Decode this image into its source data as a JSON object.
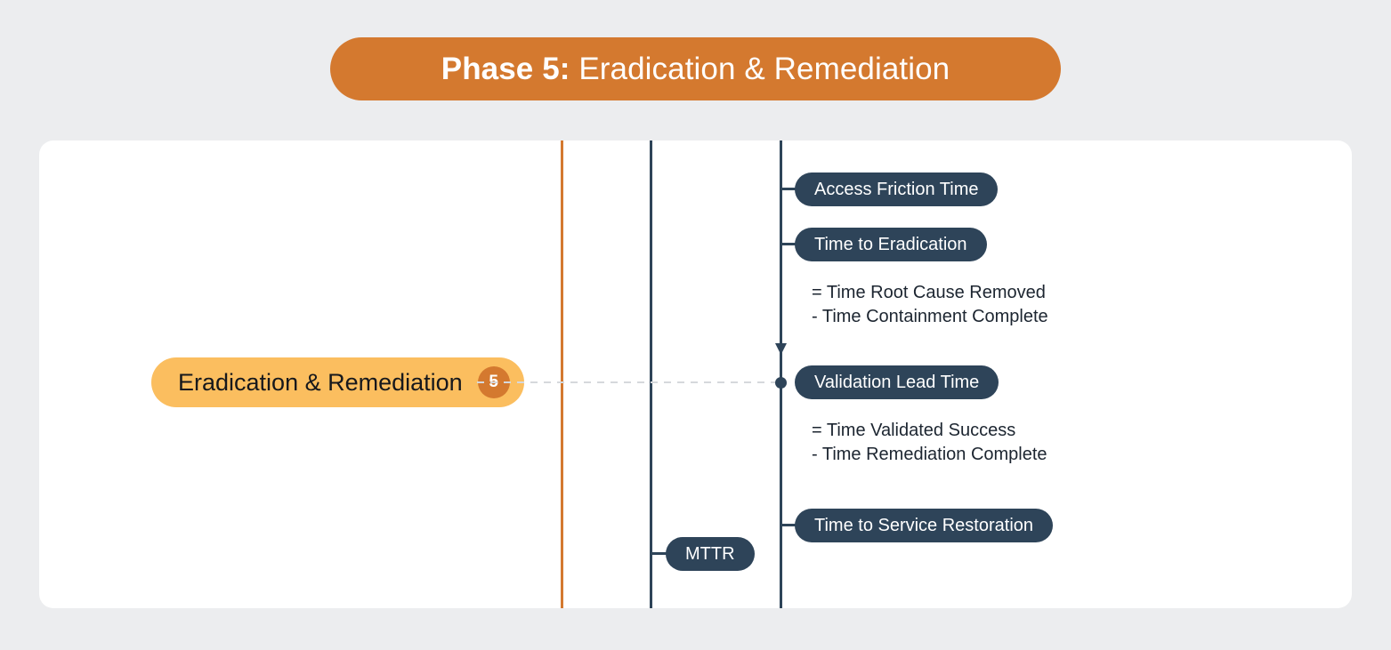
{
  "header": {
    "phase_label": "Phase 5:",
    "title": " Eradication & Remediation",
    "background_color": "#D4792F",
    "text_color": "#FFFFFF"
  },
  "colors": {
    "page_background": "#ECEDEF",
    "card_background": "#FFFFFF",
    "accent_orange": "#D4792F",
    "accent_amber": "#FBBE5F",
    "navy": "#2E4459",
    "dashed_line": "#D6D8DC"
  },
  "phase_node": {
    "label": "Eradication & Remediation",
    "badge_number": "5"
  },
  "rails": [
    {
      "name": "rail-orange",
      "color": "#D4792F"
    },
    {
      "name": "rail-navy-1",
      "color": "#2E4459"
    },
    {
      "name": "rail-navy-2",
      "color": "#2E4459"
    }
  ],
  "metrics": [
    {
      "id": "access-friction-time",
      "label": "Access Friction Time"
    },
    {
      "id": "time-to-eradication",
      "label": "Time to Eradication"
    },
    {
      "id": "validation-lead-time",
      "label": "Validation Lead Time"
    },
    {
      "id": "time-to-service-restoration",
      "label": "Time to Service Restoration"
    },
    {
      "id": "mttr",
      "label": "MTTR"
    }
  ],
  "formulas": [
    {
      "id": "time-to-eradication-formula",
      "line1": "= Time Root Cause Removed",
      "line2": "- Time Containment Complete"
    },
    {
      "id": "validation-lead-time-formula",
      "line1": "= Time Validated Success",
      "line2": "- Time Remediation Complete"
    }
  ]
}
